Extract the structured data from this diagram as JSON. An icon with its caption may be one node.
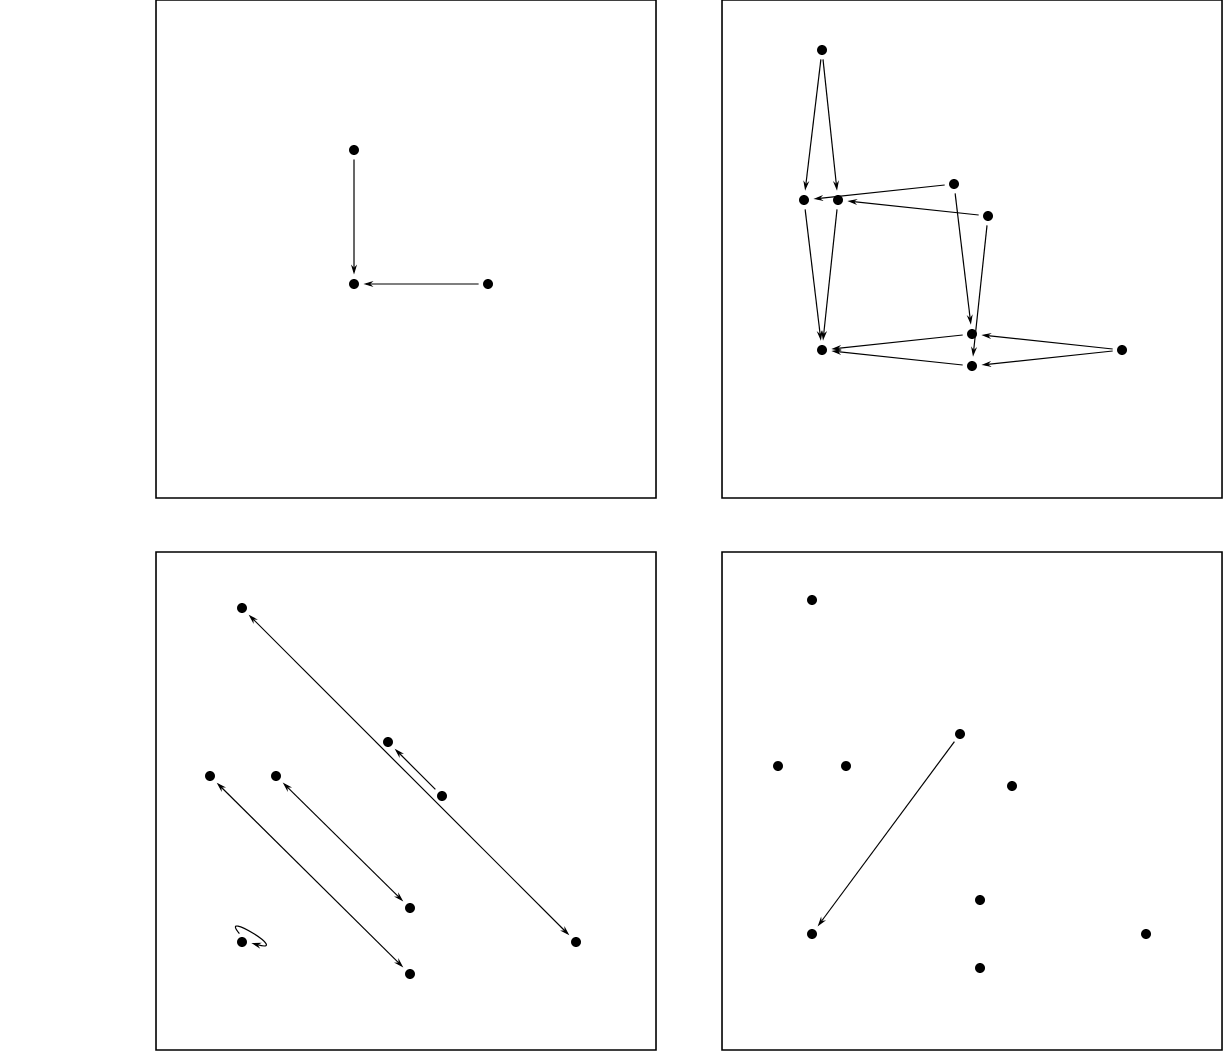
{
  "diagram": {
    "nodes": [
      {
        "text": [],
        "shape": "circle"
      },
      {
        "text": [],
        "shape": "circle"
      },
      {
        "text": [],
        "shape": "circle"
      },
      {
        "text": [],
        "shape": "circle"
      },
      {
        "text": [],
        "shape": "circle"
      },
      {
        "text": [],
        "shape": "circle"
      },
      {
        "text": [],
        "shape": "circle"
      },
      {
        "text": [],
        "shape": "circle"
      },
      {
        "text": [],
        "shape": "circle"
      },
      {
        "text": [],
        "shape": "circle"
      },
      {
        "text": [],
        "shape": "circle"
      },
      {
        "text": [],
        "shape": "circle"
      },
      {
        "text": [],
        "shape": "circle"
      },
      {
        "text": [],
        "shape": "circle"
      },
      {
        "text": [],
        "shape": "circle"
      },
      {
        "text": [],
        "shape": "circle"
      },
      {
        "text": [],
        "shape": "circle"
      },
      {
        "text": [],
        "shape": "circle"
      },
      {
        "text": [],
        "shape": "circle"
      },
      {
        "text": [],
        "shape": "circle"
      },
      {
        "text": [],
        "shape": "circle"
      },
      {
        "text": [],
        "shape": "circle"
      },
      {
        "text": [],
        "shape": "circle"
      },
      {
        "text": [],
        "shape": "circle"
      },
      {
        "text": [],
        "shape": "circle"
      },
      {
        "text": [],
        "shape": "circle"
      },
      {
        "text": [],
        "shape": "circle"
      },
      {
        "text": [],
        "shape": "circle"
      },
      {
        "text": [],
        "shape": "circle"
      },
      {
        "text": [],
        "shape": "circle"
      }
    ],
    "edges": [
      {
        "from": 1,
        "to": 6,
        "arrow": "to"
      },
      {
        "from": 7,
        "to": 6,
        "arrow": "to"
      },
      {
        "from": 0,
        "to": 3,
        "arrow": "to"
      },
      {
        "from": 0,
        "to": 4,
        "arrow": "to"
      },
      {
        "from": 2,
        "to": 3,
        "arrow": "to"
      },
      {
        "from": 5,
        "to": 4,
        "arrow": "to"
      },
      {
        "from": 3,
        "to": 9,
        "arrow": "to"
      },
      {
        "from": 4,
        "to": 9,
        "arrow": "to"
      },
      {
        "from": 2,
        "to": 8,
        "arrow": "to"
      },
      {
        "from": 5,
        "to": 11,
        "arrow": "to"
      },
      {
        "from": 8,
        "to": 9,
        "arrow": "to"
      },
      {
        "from": 11,
        "to": 9,
        "arrow": "to"
      },
      {
        "from": 10,
        "to": 8,
        "arrow": "to"
      },
      {
        "from": 10,
        "to": 11,
        "arrow": "to"
      },
      {
        "from": 13,
        "to": 27,
        "arrow": "both"
      },
      {
        "from": 21,
        "to": 15,
        "arrow": "to"
      },
      {
        "from": 18,
        "to": 29,
        "arrow": "both"
      },
      {
        "from": 19,
        "to": 23,
        "arrow": "both"
      },
      {
        "from": 26,
        "to": 26,
        "arrow": "to"
      },
      {
        "from": 14,
        "to": 24,
        "arrow": "to"
      }
    ]
  }
}
